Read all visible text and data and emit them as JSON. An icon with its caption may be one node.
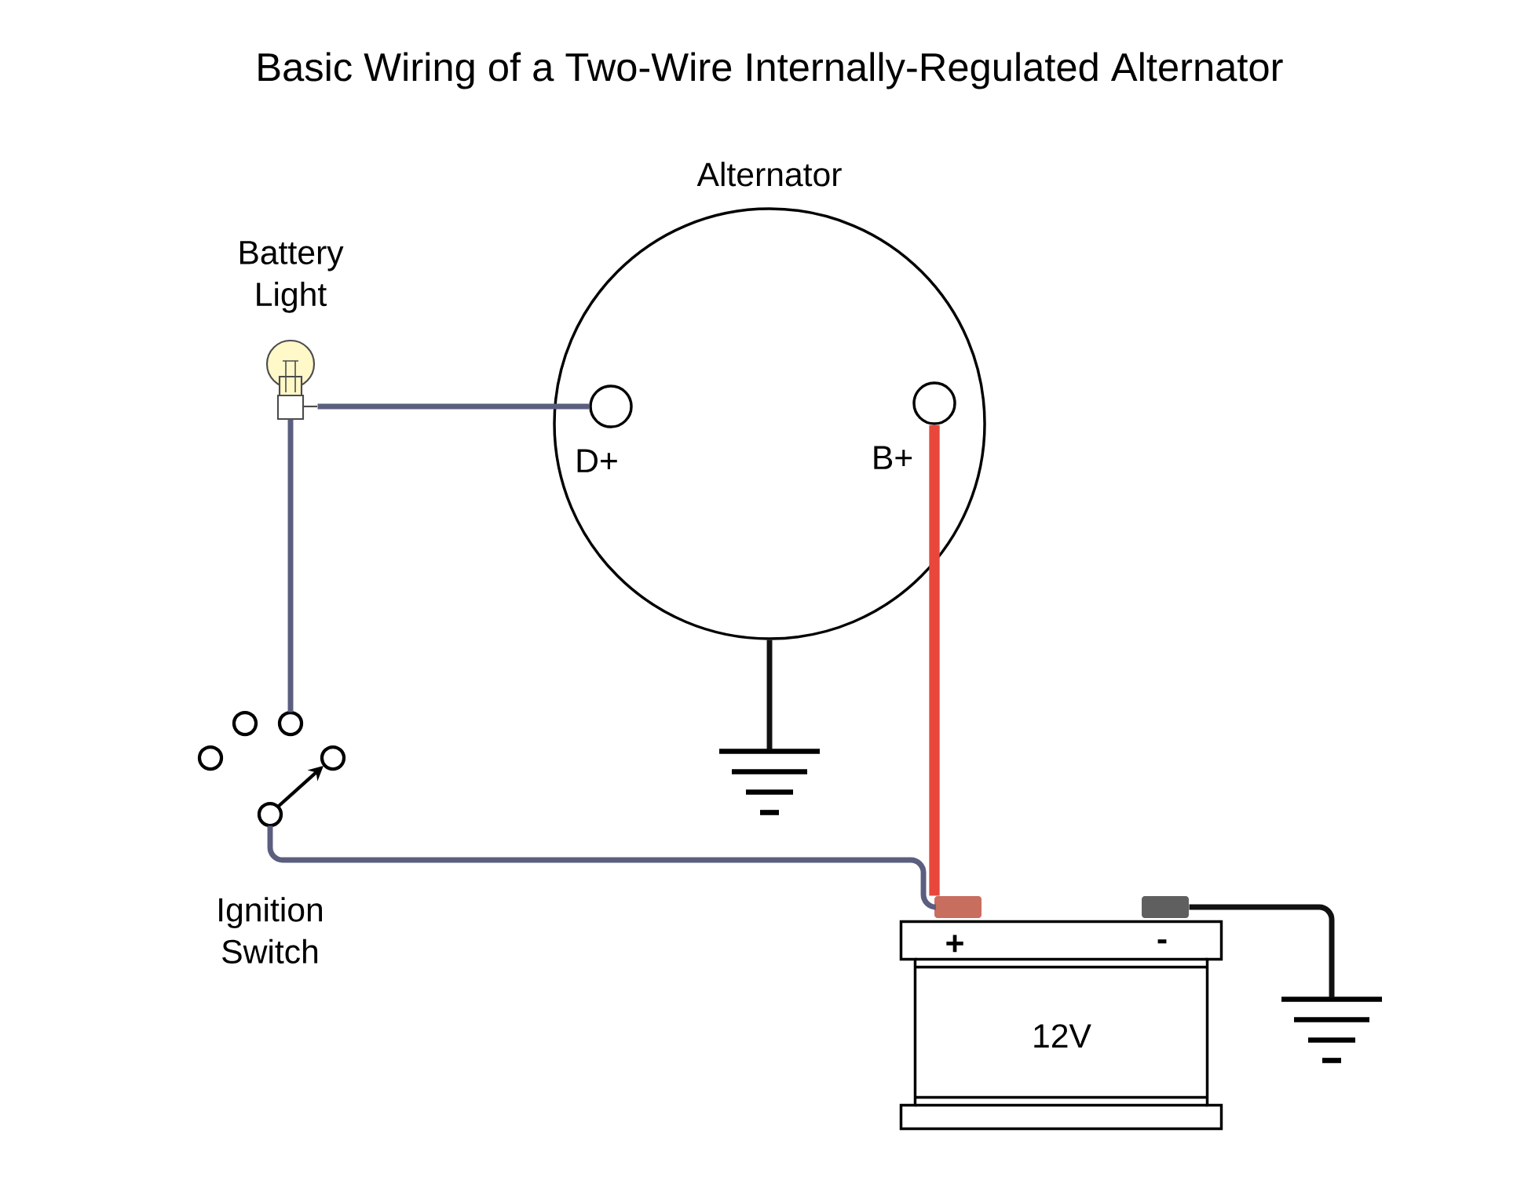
{
  "diagram": {
    "title": "Basic Wiring of a Two-Wire Internally-Regulated Alternator",
    "nodes": [
      {
        "text": [
          "Alternator"
        ]
      },
      {
        "text": [
          "D+"
        ],
        "in": 0
      },
      {
        "text": [
          "B+"
        ],
        "in": 0
      },
      {
        "text": [
          "Battery Light"
        ]
      },
      {
        "text": [
          "Ignition Switch"
        ]
      },
      {
        "text": [
          "12V"
        ]
      },
      {
        "text": [
          "+"
        ],
        "in": 5
      },
      {
        "text": [
          "-"
        ],
        "in": 5
      },
      {
        "text": [],
        "shape": "ground"
      },
      {
        "text": [],
        "shape": "ground"
      }
    ],
    "edges": [
      {
        "from": 3,
        "to": 1,
        "arrow": "none"
      },
      {
        "from": 3,
        "to": 4,
        "arrow": "none"
      },
      {
        "from": 4,
        "to": 6,
        "arrow": "none"
      },
      {
        "from": 2,
        "to": 6,
        "arrow": "none",
        "style": "thick",
        "color": "#e8483c"
      },
      {
        "from": 0,
        "to": 8,
        "arrow": "none",
        "color": "#111111"
      },
      {
        "from": 7,
        "to": 9,
        "arrow": "none",
        "color": "#111111"
      }
    ]
  }
}
